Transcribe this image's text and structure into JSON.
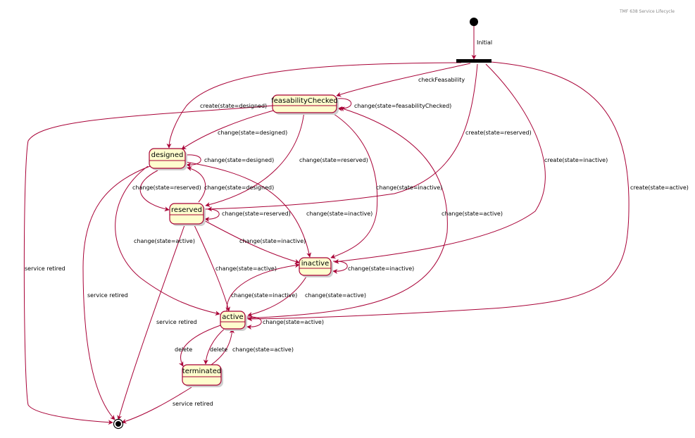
{
  "header_note": "TMF 638 Service Lifecycle",
  "colors": {
    "arrow": "#A80036",
    "state_fill": "#FEFECE",
    "state_border": "#A80036",
    "background": "#FFFFFF"
  },
  "states": {
    "feasabilityChecked": "feasabilityChecked",
    "designed": "designed",
    "reserved": "reserved",
    "inactive": "inactive",
    "active": "active",
    "terminated": "terminated"
  },
  "labels": {
    "initial": "Initial",
    "check_feasability": "checkFeasability",
    "create_designed": "create(state=designed)",
    "create_reserved": "create(state=reserved)",
    "create_inactive": "create(state=inactive)",
    "create_active": "create(state=active)",
    "change_feasabilityChecked": "change(state=feasabilityChecked)",
    "change_designed": "change(state=designed)",
    "change_reserved": "change(state=reserved)",
    "change_inactive": "change(state=inactive)",
    "change_active": "change(state=active)",
    "service_retired": "service retired",
    "delete": "delete"
  }
}
